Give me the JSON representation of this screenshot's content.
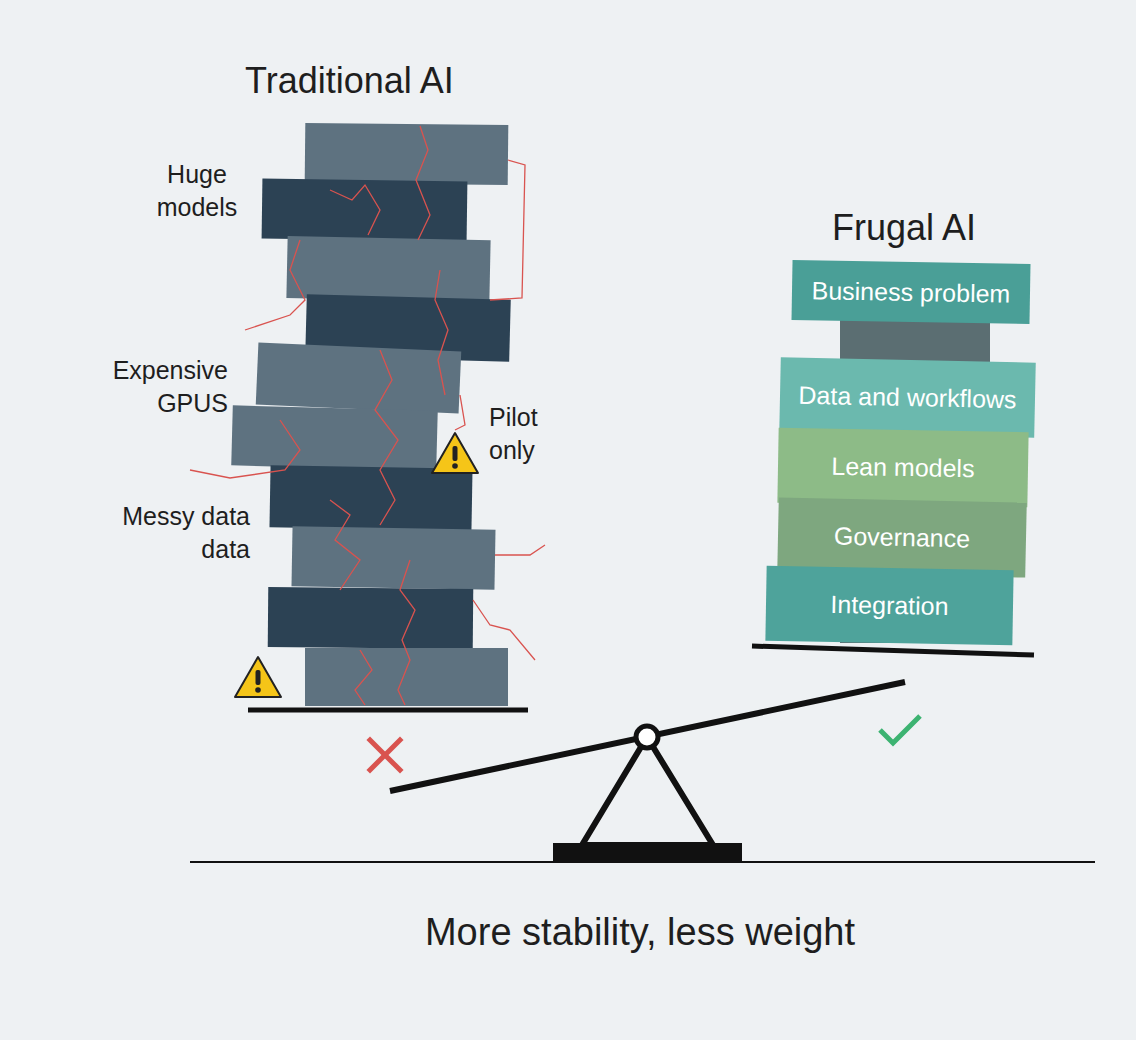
{
  "diagram": {
    "caption": "More stability, less weight",
    "nodes": [
      {
        "text": [
          "Business problem"
        ]
      },
      {
        "text": [
          "Data and workflows"
        ]
      },
      {
        "text": [
          "Lean models"
        ]
      },
      {
        "text": [
          "Governance"
        ]
      },
      {
        "text": [
          "Integration"
        ]
      }
    ],
    "labels": [
      "Traditional AI",
      "Huge models",
      "Expensive GPUS",
      "Pilot only",
      "Messy data data",
      "Frugal AI"
    ]
  }
}
